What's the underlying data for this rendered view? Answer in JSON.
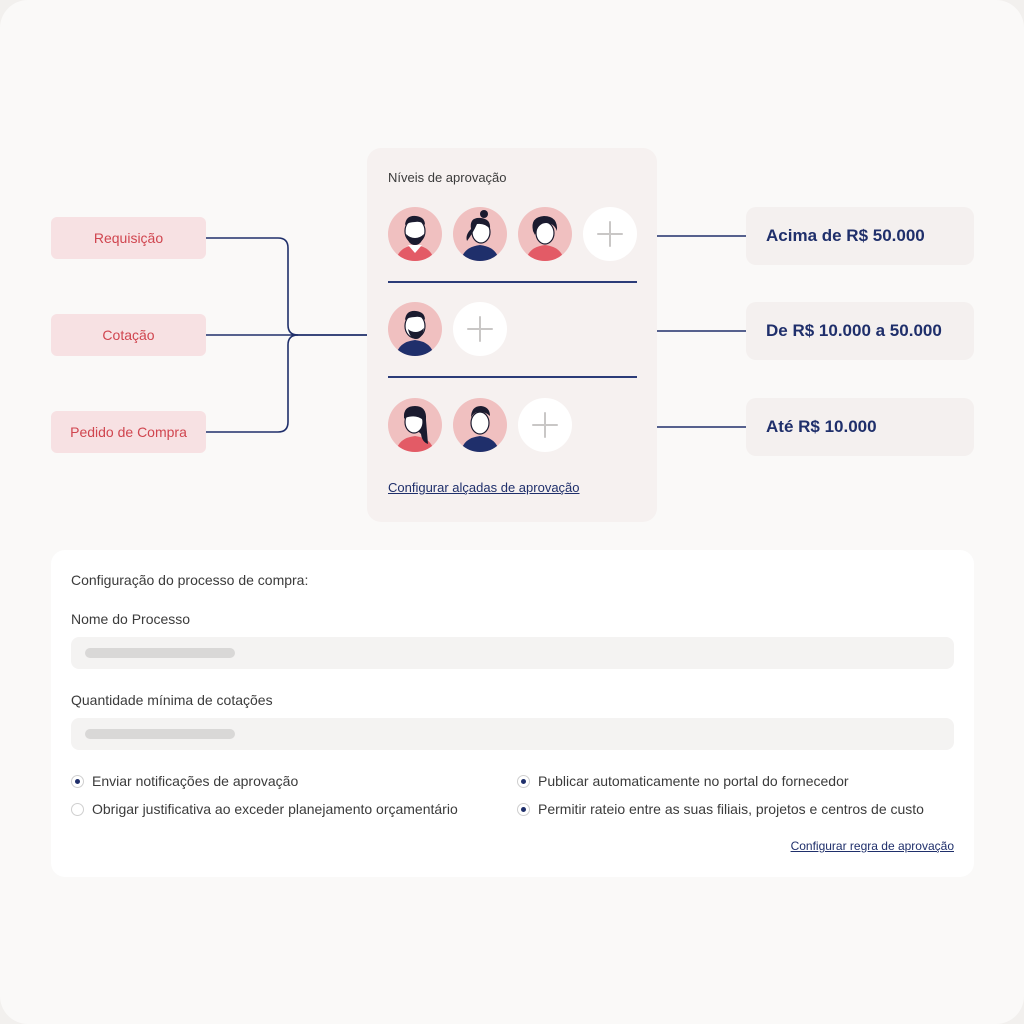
{
  "stages": [
    "Requisição",
    "Cotação",
    "Pedido de Compra"
  ],
  "levels_card": {
    "title": "Níveis de aprovação",
    "link": "Configurar alçadas de aprovação",
    "add_icon": "plus-icon"
  },
  "thresholds": [
    "Acima de R$ 50.000",
    "De R$ 10.000 a 50.000",
    "Até R$ 10.000"
  ],
  "panel": {
    "title": "Configuração do processo de compra:",
    "field1_label": "Nome do Processo",
    "field2_label": "Quantidade mínima de cotações",
    "options": {
      "notify": "Enviar notificações de aprovação",
      "justify": "Obrigar justificativa ao exceder planejamento orçamentário",
      "publish": "Publicar automaticamente no portal do fornecedor",
      "split": "Permitir rateio entre as suas filiais, projetos e centros de custo"
    },
    "option_states": {
      "notify": true,
      "justify": false,
      "publish": true,
      "split": true
    },
    "link": "Configurar regra de aprovação"
  },
  "colors": {
    "accent": "#1f2f6b",
    "stage_text": "#d0454f",
    "stage_bg": "#f7e1e3",
    "avatar_bg": "#f0c0c0"
  }
}
